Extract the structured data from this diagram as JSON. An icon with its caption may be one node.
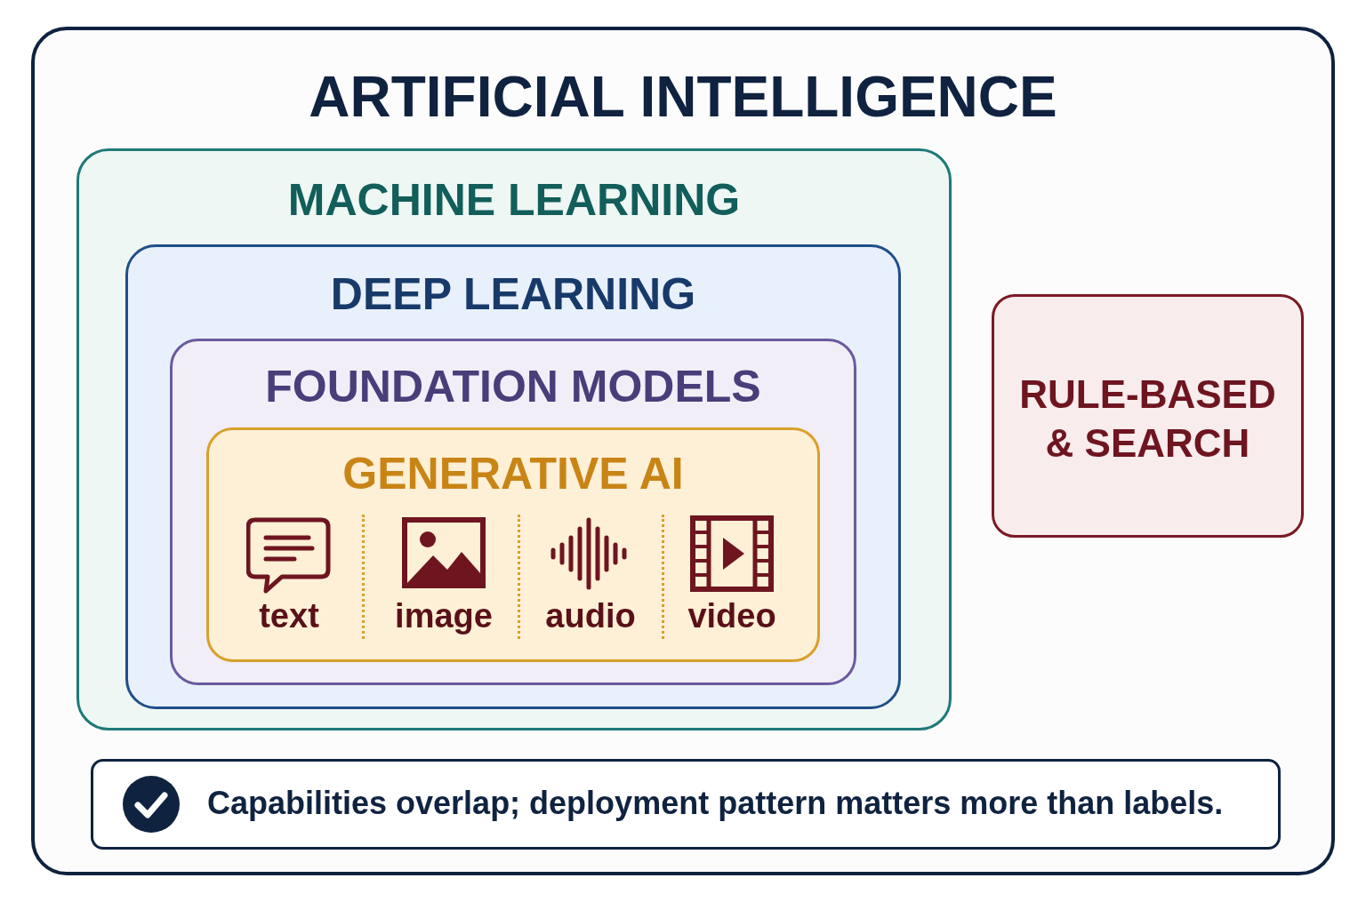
{
  "diagram": {
    "nodes": [
      {
        "text": [
          "ARTIFICIAL INTELLIGENCE"
        ]
      },
      {
        "text": [
          "MACHINE LEARNING"
        ],
        "in": 0
      },
      {
        "text": [
          "DEEP LEARNING"
        ],
        "in": 1
      },
      {
        "text": [
          "FOUNDATION MODELS"
        ],
        "in": 2
      },
      {
        "text": [
          "GENERATIVE AI"
        ],
        "in": 3
      },
      {
        "text": [
          "RULE-BASED & SEARCH"
        ],
        "in": 0
      },
      {
        "text": [
          "Capabilities overlap; deployment pattern matters more than labels."
        ],
        "in": 0
      }
    ],
    "edges": [],
    "labels": [
      "text",
      "image",
      "audio",
      "video"
    ]
  }
}
